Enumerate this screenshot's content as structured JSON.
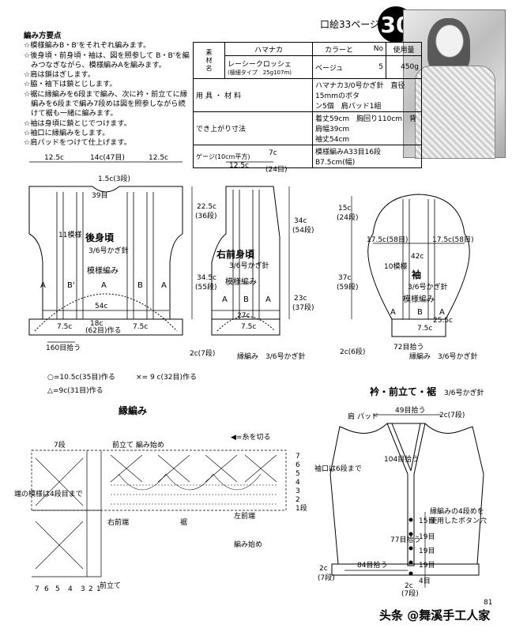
{
  "header": {
    "page_ref": "口絵33ページ",
    "pattern_number": "30"
  },
  "steps": {
    "title": "編み方要点",
    "lines": [
      "☆模様編みB・B'をそれぞれ編みます。",
      "☆後身頃・前身頃・袖は、図を照参して B・B'を編",
      "　みつなぎながら、模様編みAを編みます。",
      "☆肩は鎖はぎします。",
      "☆脇・袖下は鎖とじします。",
      "☆裾に縁編みを6段まで編み、次に衿・前立てに縁",
      "　編みを6段まで編み7段めは図を照参しながら続",
      "　けて裾も一緒に編みます。",
      "☆袖は身頃に鎖とじでつけます。",
      "☆袖口に縁編みをします。",
      "☆肩パッドをつけて仕上げます。"
    ]
  },
  "materials": {
    "header_label": "素材名",
    "col_yarn": "ハマナカ",
    "col_color": "カラーと",
    "col_number": "No",
    "col_amount": "使用量",
    "yarn_name": "レーシークロッシェ",
    "yarn_type": "(極細タイプ　25g107m)",
    "color": "ベージュ",
    "color_no": "5",
    "amount": "450g",
    "tools_label": "用具・材料",
    "tools_line1": "ハマナカ3/0号かぎ針　直径15mmのボタ",
    "tools_line2": "ン5個　肩パッド1組",
    "size_label": "でき上がり寸法",
    "size_line1": "着丈59cm　胸回り110cm　背肩幅39cm",
    "size_line2": "袖丈54cm",
    "gauge_label": "ゲージ(10cm平方)",
    "gauge_value": "模様編みA33目16段　B7.5cm(幅)"
  },
  "back": {
    "top_dims": [
      "12.5c",
      "14c(47目)",
      "12.5c"
    ],
    "neck_depth": "1.5c(3段)",
    "neck_sts": "39目",
    "height_upper": "22.5c",
    "height_upper_rows": "(36段)",
    "height_lower": "34.5c",
    "height_lower_rows": "(55段)",
    "title": "後身頃",
    "hook": "3/6号かぎ針",
    "pattern": "模様編み",
    "side_label": "11模様",
    "labels": [
      "A",
      "B'",
      "A",
      "B",
      "A"
    ],
    "bust": "54c",
    "w1": "7.5c",
    "w2": "18c",
    "w2b": "(62目)作る",
    "w3": "7.5c",
    "pickup": "160目拾う"
  },
  "front": {
    "top_left": "12.5c",
    "top_dim": "7c",
    "top_rows": "(24目)",
    "height_upper": "34c",
    "height_upper_rows": "(54段)",
    "height_lower": "23c",
    "height_lower_rows": "(37段)",
    "title": "右前身頃",
    "hook": "3/6号かぎ針",
    "pattern": "模様編み",
    "labels": [
      "A",
      "B",
      "A"
    ],
    "width": "27c",
    "w1": "7.5c",
    "edge": "2c(7段)"
  },
  "sleeve": {
    "cap": "15c",
    "cap_rows": "(24段)",
    "left_w": "17.5c(58目)",
    "right_w": "17.5c(58目)",
    "top_w": "42c",
    "height": "37c",
    "height_rows": "(59段)",
    "side_label": "10模様",
    "title": "袖",
    "hook": "3/6号かぎ針",
    "pattern": "模様編み",
    "labels": [
      "A",
      "B",
      "A"
    ],
    "cuff_w": "25.5c",
    "w1": "7.5c",
    "pickup": "72目拾う",
    "edge": "2c(6段)",
    "edging": "縁編み　3/6号かぎ針"
  },
  "bottom_edging": "縁編み　3/6号かぎ針",
  "legend": {
    "circle": "○=10.5c(35目)作る",
    "cross": "×= 9 c(32目)作る",
    "triangle": "△=9c(31目)作る"
  },
  "edging_chart": {
    "title": "縁編み",
    "cut_note": "◀=糸を切る",
    "front_label": "前立て 編み始め",
    "row7": "7段",
    "right_front_edge": "右前端",
    "hem": "裾",
    "left_front_edge": "左前端",
    "start_label": "編み始め",
    "rows_right": [
      "7",
      "6",
      "5",
      "4",
      "3",
      "2",
      "1"
    ],
    "rows_right_suffix": [
      "",
      "",
      "",
      "",
      "",
      "",
      "段"
    ],
    "cuff_note": "袖口は6段まで",
    "side_note": "端の模様は4段目まで",
    "bottom_rows": [
      "7",
      "6",
      "5",
      "4",
      "3",
      "2",
      "1"
    ],
    "bottom_front": "前立て"
  },
  "collar": {
    "title": "衿・前立て・裾",
    "hook": "3/6号かぎ針",
    "shoulder": "肩",
    "pad": "パッド",
    "back_neck": "49目拾う",
    "back_edge": "2c(7段)",
    "front_pick": "104目拾う",
    "btn_note1": "縁編みの4段めを",
    "btn_note2": "使用したボタン穴",
    "r15": "15目",
    "r19a": "19目",
    "r19b": "19目",
    "r19c": "19目",
    "r4": "4目",
    "front_77": "77目拾う",
    "hem_left_edge": "2c",
    "hem_left_rows": "(7段)",
    "hem_pick": "84目拾う",
    "bottom_edge": "2c",
    "bottom_rows": "(7段)"
  },
  "footer": {
    "page_number": "81",
    "watermark": "头条 @舞溪手工人家"
  }
}
